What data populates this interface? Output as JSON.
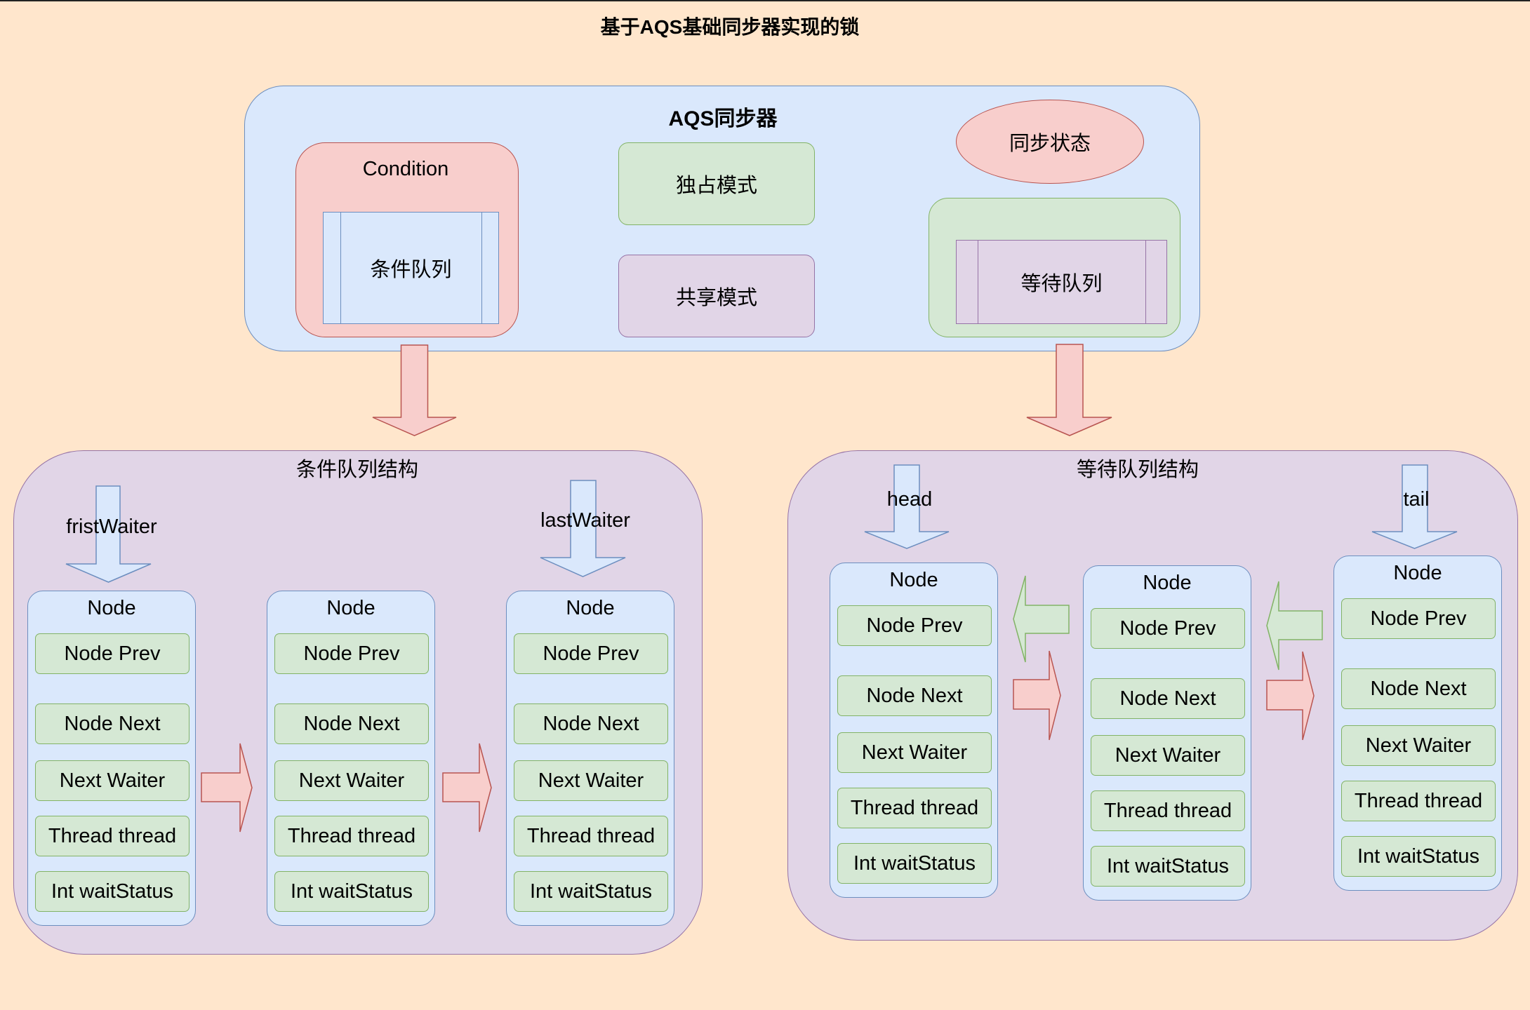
{
  "title": "基于AQS基础同步器实现的锁",
  "aqs": {
    "title": "AQS同步器",
    "condition": {
      "label": "Condition",
      "queue": "条件队列"
    },
    "exclusive_mode": "独占模式",
    "shared_mode": "共享模式",
    "sync_state": "同步状态",
    "wait_queue": "等待队列"
  },
  "condition_queue_structure": {
    "title": "条件队列结构",
    "pointers": {
      "first": "fristWaiter",
      "last": "lastWaiter"
    },
    "nodes": [
      {
        "label": "Node",
        "fields": [
          "Node Prev",
          "Node Next",
          "Next Waiter",
          "Thread thread",
          "Int waitStatus"
        ]
      },
      {
        "label": "Node",
        "fields": [
          "Node Prev",
          "Node Next",
          "Next Waiter",
          "Thread thread",
          "Int waitStatus"
        ]
      },
      {
        "label": "Node",
        "fields": [
          "Node Prev",
          "Node Next",
          "Next Waiter",
          "Thread thread",
          "Int waitStatus"
        ]
      }
    ]
  },
  "wait_queue_structure": {
    "title": "等待队列结构",
    "pointers": {
      "head": "head",
      "tail": "tail"
    },
    "nodes": [
      {
        "label": "Node",
        "fields": [
          "Node Prev",
          "Node Next",
          "Next Waiter",
          "Thread thread",
          "Int waitStatus"
        ]
      },
      {
        "label": "Node",
        "fields": [
          "Node Prev",
          "Node Next",
          "Next Waiter",
          "Thread thread",
          "Int waitStatus"
        ]
      },
      {
        "label": "Node",
        "fields": [
          "Node Prev",
          "Node Next",
          "Next Waiter",
          "Thread thread",
          "Int waitStatus"
        ]
      }
    ]
  },
  "colors": {
    "background": "#ffe6cc",
    "blue_fill": "#dae8fc",
    "blue_stroke": "#6c8ebf",
    "red_fill": "#f8cecc",
    "red_stroke": "#b85450",
    "green_fill": "#d5e8d4",
    "green_stroke": "#82b366",
    "purple_fill": "#e1d5e7",
    "purple_stroke": "#9673a6"
  }
}
